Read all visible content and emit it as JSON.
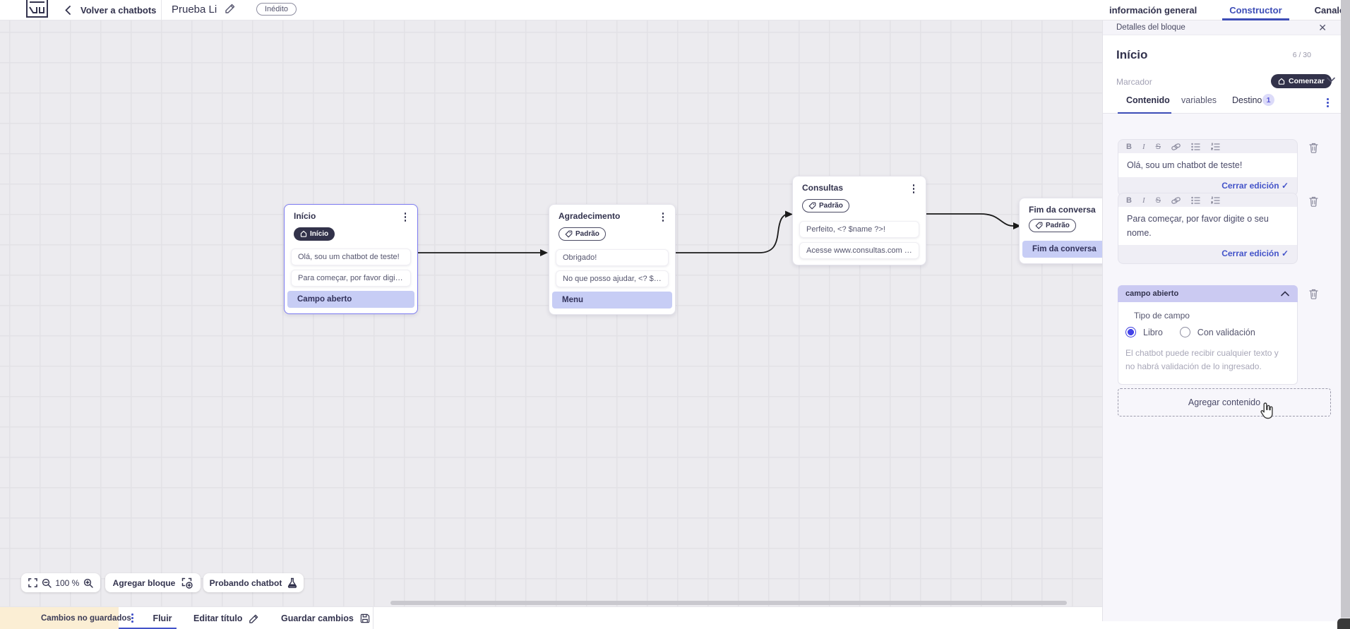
{
  "topbar": {
    "back_label": "Volver a chatbots",
    "flow_title": "Prueba Li",
    "status_badge": "Inédito",
    "tabs": [
      {
        "label": "información general",
        "active": false
      },
      {
        "label": "Constructor",
        "active": true
      },
      {
        "label": "Canales",
        "active": false
      }
    ]
  },
  "panel": {
    "header": "Detalles del bloque",
    "block_title": "Início",
    "char_count": "6 / 30",
    "marker_placeholder": "Marcador",
    "marker_button": "Comenzar",
    "tabs": [
      {
        "label": "Contenido",
        "active": true
      },
      {
        "label": "variables",
        "active": false
      },
      {
        "label": "Destino",
        "active": false,
        "badge": "1"
      }
    ],
    "toolbar": {
      "bold": "B",
      "italic": "I",
      "strike": "S"
    },
    "editors": [
      {
        "text": "Olá, sou um chatbot de teste!",
        "close_label": "Cerrar edición",
        "check": "✓"
      },
      {
        "text": "Para começar, por favor digite o seu nome.",
        "close_label": "Cerrar edición",
        "check": "✓"
      }
    ],
    "open_field": {
      "header": "campo abierto",
      "type_label": "Tipo de campo",
      "options": [
        {
          "label": "Libro",
          "selected": true
        },
        {
          "label": "Con validación",
          "selected": false
        }
      ],
      "description": "El chatbot puede recibir cualquier texto y no habrá validación de lo ingresado."
    },
    "add_content_label": "Agregar contenido"
  },
  "canvas": {
    "nodes": [
      {
        "title": "Início",
        "badge": "Início",
        "badge_style": "dark",
        "selected": true,
        "items": [
          "Olá, sou um chatbot de teste!",
          "Para começar, por favor digite o ...",
          "Campo aberto"
        ]
      },
      {
        "title": "Agradecimento",
        "badge": "Padrão",
        "badge_style": "outline",
        "selected": false,
        "items": [
          "Obrigado!",
          "No que posso ajudar, <? $name ...",
          "Menu"
        ]
      },
      {
        "title": "Consultas",
        "badge": "Padrão",
        "badge_style": "outline",
        "selected": false,
        "items": [
          "Perfeito, <? $name ?>!",
          "Acesse www.consultas.com par..."
        ]
      },
      {
        "title": "Fim da conversa",
        "badge": "Padrão",
        "badge_style": "outline",
        "selected": false,
        "items": [
          "Fim da conversa"
        ]
      }
    ],
    "controls": {
      "zoom_level": "100 %",
      "add_block_label": "Agregar bloque",
      "test_chatbot_label": "Probando chatbot"
    }
  },
  "bottombar": {
    "unsaved_label": "Cambios no guardados",
    "flow_tab": "Fluir",
    "edit_title_label": "Editar título",
    "save_label": "Guardar cambios"
  },
  "icons": {
    "back": "chevron-left-icon",
    "edit": "pencil-icon",
    "close": "close-icon",
    "home": "home-icon",
    "tag": "tag-icon",
    "menu": "kebab-menu-icon",
    "trash": "trash-icon",
    "link": "link-icon",
    "ul": "bullet-list-icon",
    "ol": "numbered-list-icon",
    "fullscreen": "fullscreen-icon",
    "zoom_out": "zoom-out-icon",
    "zoom_in": "zoom-in-icon",
    "add_block": "add-block-icon",
    "flask": "flask-icon",
    "warning": "warning-icon",
    "save": "save-icon",
    "chevron_down": "chevron-down-icon",
    "chevron_up": "chevron-up-icon"
  },
  "colors": {
    "accent_blue": "#3D4DB7",
    "link_blue": "#4353C9",
    "dark_navy": "#32324D",
    "highlight_purple": "#C7CDF5",
    "header_purple": "#CBCAF2",
    "badge_purple_bg": "#DCDBF9",
    "badge_purple_text": "#5857D6",
    "amber_bg": "#FBEED4",
    "amber_icon": "#E3A23C",
    "selected_node_border": "#7B7AF0",
    "radio_selected": "#3E3EDD",
    "canvas_bg": "#ECEBEF"
  }
}
